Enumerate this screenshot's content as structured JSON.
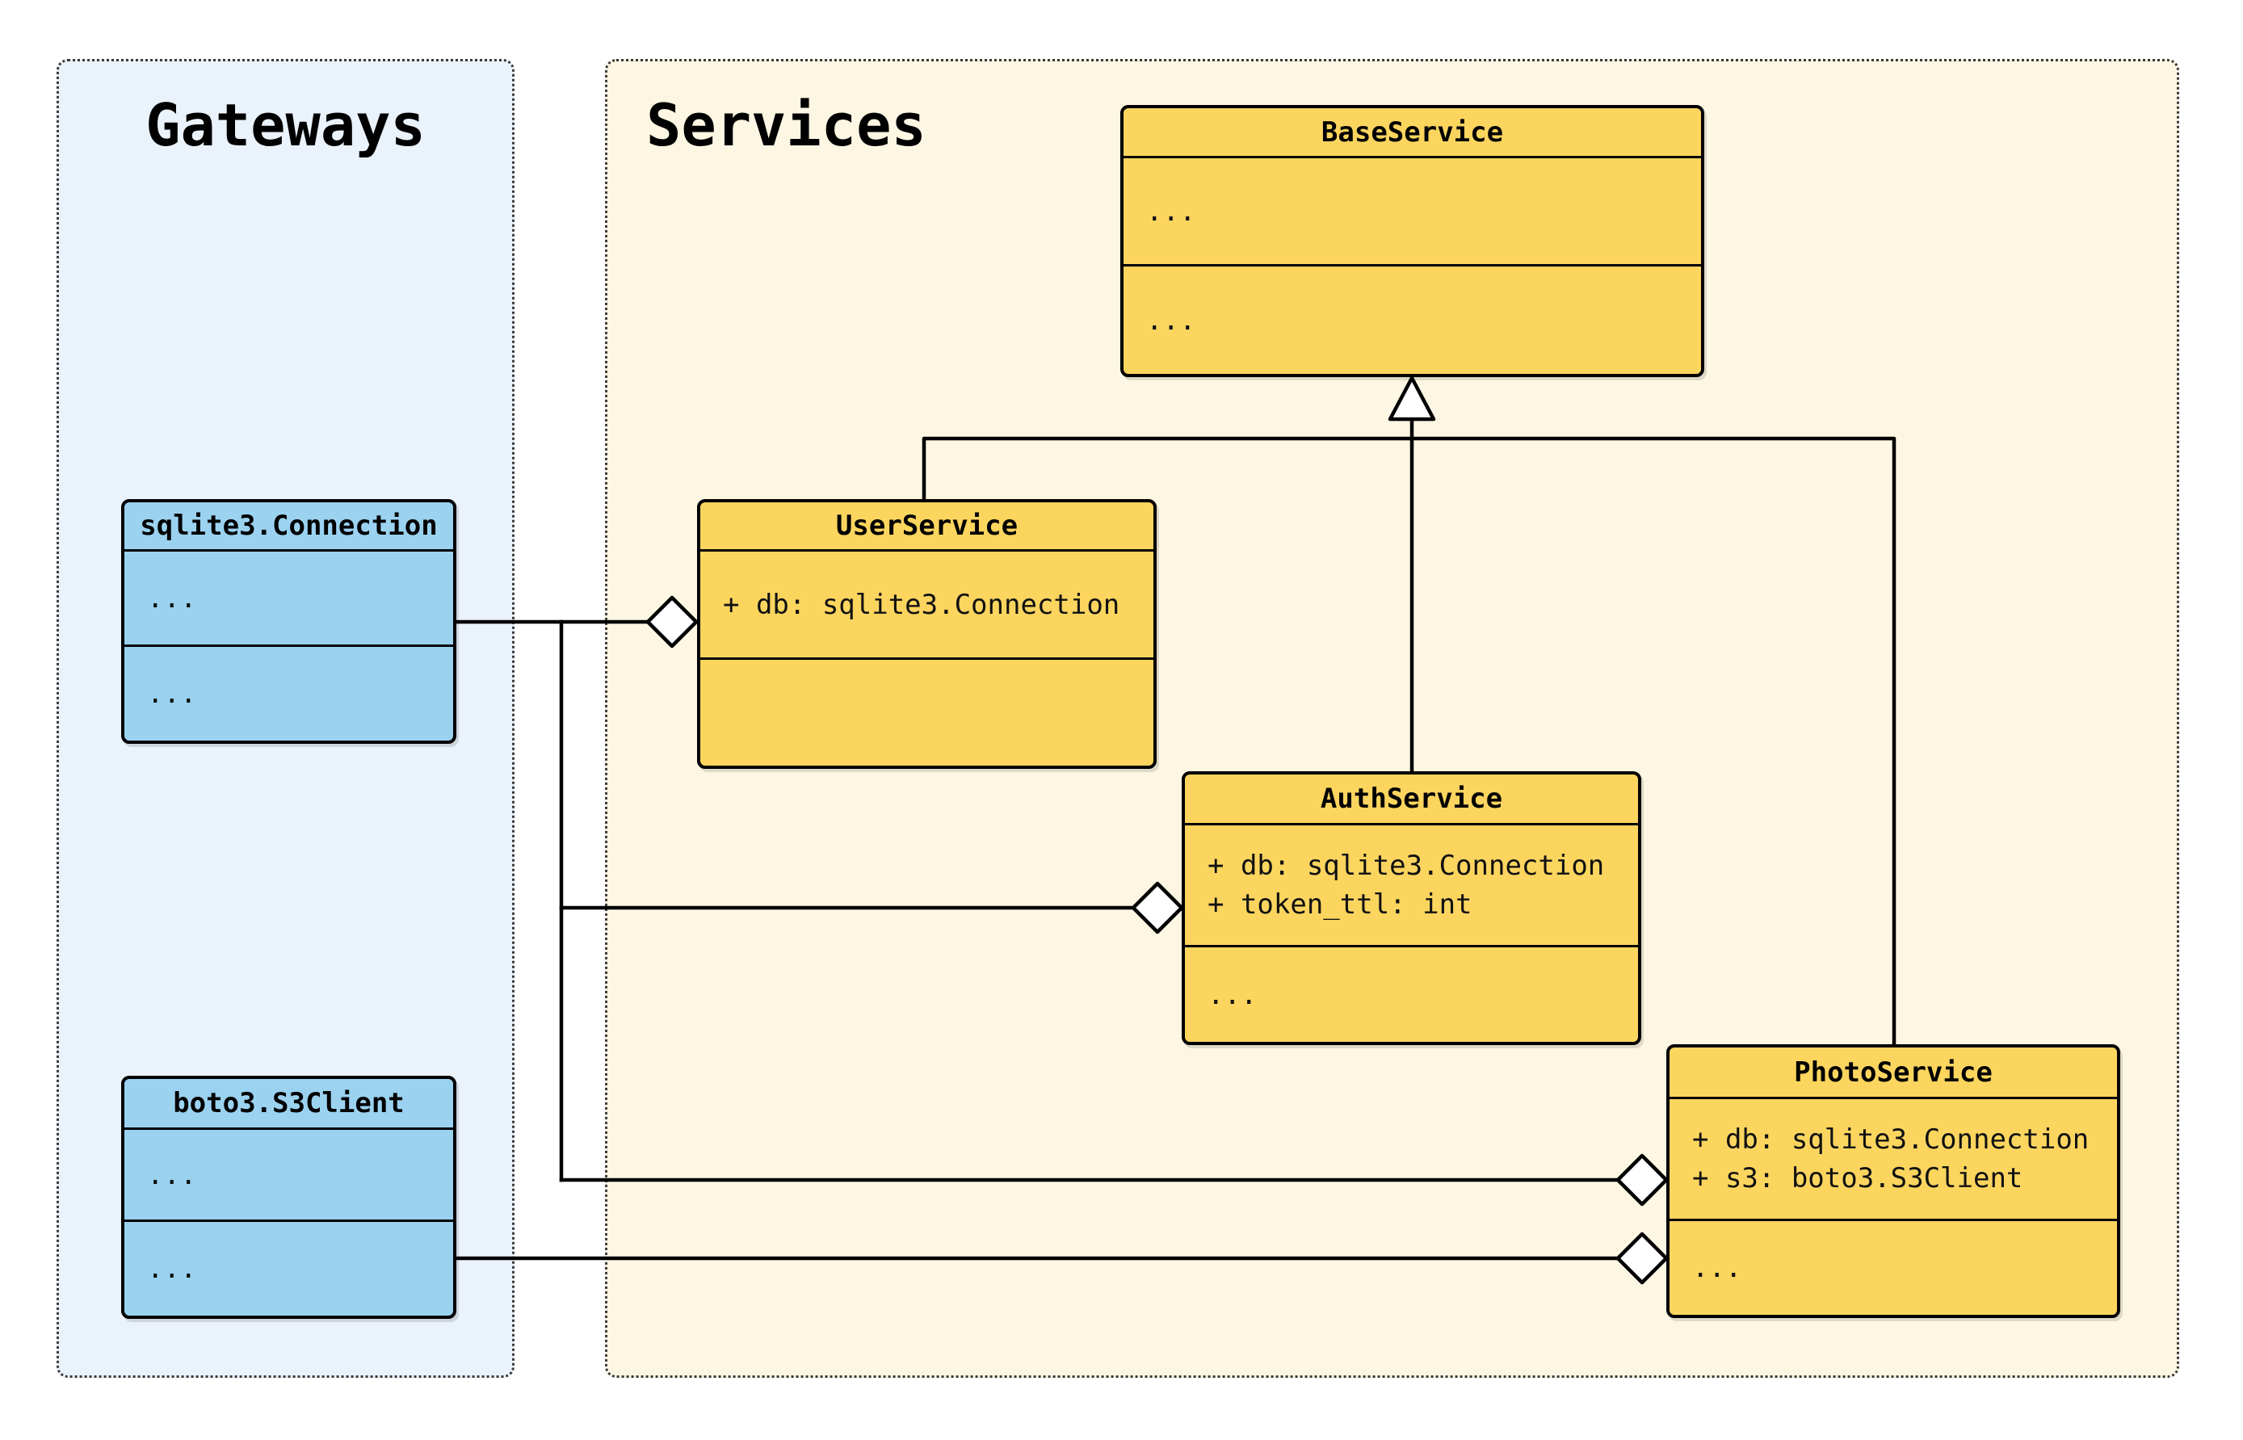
{
  "groups": [
    {
      "title": "Gateways"
    },
    {
      "title": "Services"
    }
  ],
  "classes": [
    {
      "name": "sqlite3.Connection",
      "attributes": [
        "..."
      ],
      "methods": [
        "..."
      ]
    },
    {
      "name": "boto3.S3Client",
      "attributes": [
        "..."
      ],
      "methods": [
        "..."
      ]
    },
    {
      "name": "BaseService",
      "attributes": [
        "..."
      ],
      "methods": [
        "..."
      ]
    },
    {
      "name": "UserService",
      "attributes": [
        "+ db: sqlite3.Connection"
      ],
      "methods": []
    },
    {
      "name": "AuthService",
      "attributes": [
        "+ db: sqlite3.Connection",
        "+ token_ttl: int"
      ],
      "methods": [
        "..."
      ]
    },
    {
      "name": "PhotoService",
      "attributes": [
        "+ db: sqlite3.Connection",
        "+ s3: boto3.S3Client"
      ],
      "methods": [
        "..."
      ]
    }
  ],
  "relationships": [
    {
      "type": "inheritance",
      "from": "UserService",
      "to": "BaseService"
    },
    {
      "type": "inheritance",
      "from": "AuthService",
      "to": "BaseService"
    },
    {
      "type": "inheritance",
      "from": "PhotoService",
      "to": "BaseService"
    },
    {
      "type": "aggregation",
      "from": "sqlite3.Connection",
      "to": "UserService"
    },
    {
      "type": "aggregation",
      "from": "sqlite3.Connection",
      "to": "AuthService"
    },
    {
      "type": "aggregation",
      "from": "sqlite3.Connection",
      "to": "PhotoService"
    },
    {
      "type": "aggregation",
      "from": "boto3.S3Client",
      "to": "PhotoService"
    }
  ],
  "colors": {
    "class_yellow": "#FCD55F",
    "class_blue": "#9BD2F0",
    "services_bg": "#FDF6E3",
    "gateways_bg": "#EAF2FB",
    "stroke": "#000000"
  }
}
